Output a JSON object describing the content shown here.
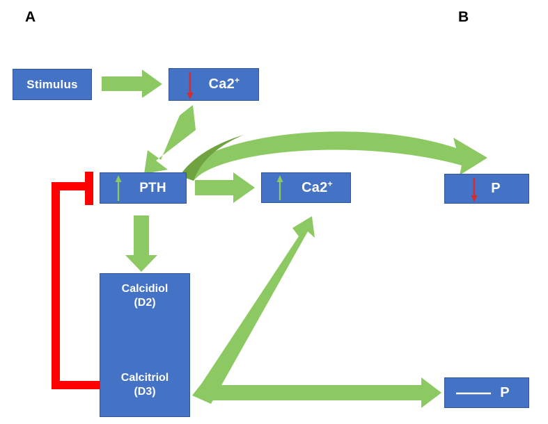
{
  "figure": {
    "panels": [
      {
        "id": "A",
        "label": "A"
      },
      {
        "id": "B",
        "label": "B"
      }
    ],
    "colors": {
      "node_fill": "#4472C4",
      "node_border": "#2F5597",
      "arrow_green": "#8CC963",
      "arrow_green_dark": "#70A33F",
      "inhibition_red": "#FF0000",
      "decrease_red": "#D92B2B",
      "increase_green": "#8CC963",
      "text_white": "#FFFFFF",
      "background": "#FFFFFF"
    },
    "nodes": [
      {
        "id": "stimulus",
        "label": "Stimulus",
        "marker": "none",
        "panel": "A"
      },
      {
        "id": "ca-low",
        "label": "Ca2",
        "superscript": "+",
        "marker": "decrease",
        "panel": "A"
      },
      {
        "id": "pth",
        "label": "PTH",
        "marker": "increase",
        "panel": "A"
      },
      {
        "id": "ca-high",
        "label": "Ca2",
        "superscript": "+",
        "marker": "increase",
        "panel": "A"
      },
      {
        "id": "p-low",
        "label": "P",
        "marker": "decrease",
        "panel": "B"
      },
      {
        "id": "p-flat",
        "label": "P",
        "marker": "unchanged",
        "panel": "B"
      },
      {
        "id": "vitamin-d",
        "label_top": "Calcidiol",
        "label_top_sub": "(D2)",
        "label_bottom": "Calcitriol",
        "label_bottom_sub": "(D3)",
        "marker": "conversion",
        "panel": "A"
      }
    ],
    "edges": [
      {
        "id": "stimulus-to-ca-low",
        "from": "stimulus",
        "to": "ca-low",
        "kind": "activation",
        "style": "straight-right"
      },
      {
        "id": "ca-low-to-pth",
        "from": "ca-low",
        "to": "pth",
        "kind": "activation",
        "style": "diagonal-down-left"
      },
      {
        "id": "pth-to-ca-high",
        "from": "pth",
        "to": "ca-high",
        "kind": "activation",
        "style": "straight-right"
      },
      {
        "id": "pth-to-vitamin-d",
        "from": "pth",
        "to": "vitamin-d",
        "kind": "activation",
        "style": "straight-down"
      },
      {
        "id": "pth-to-p-low",
        "from": "pth",
        "to": "p-low",
        "kind": "activation",
        "style": "curved-arc"
      },
      {
        "id": "calcidiol-to-calcitriol",
        "from": "vitamin-d",
        "to": "vitamin-d",
        "kind": "conversion",
        "style": "curved-loop"
      },
      {
        "id": "calcitriol-to-ca-high",
        "from": "vitamin-d",
        "to": "ca-high",
        "kind": "activation",
        "style": "diagonal-up-right"
      },
      {
        "id": "calcitriol-to-p-flat",
        "from": "vitamin-d",
        "to": "p-flat",
        "kind": "activation",
        "style": "straight-right-long"
      },
      {
        "id": "calcitriol-inhibits-pth",
        "from": "vitamin-d",
        "to": "pth",
        "kind": "inhibition",
        "style": "bracket-left"
      }
    ]
  }
}
